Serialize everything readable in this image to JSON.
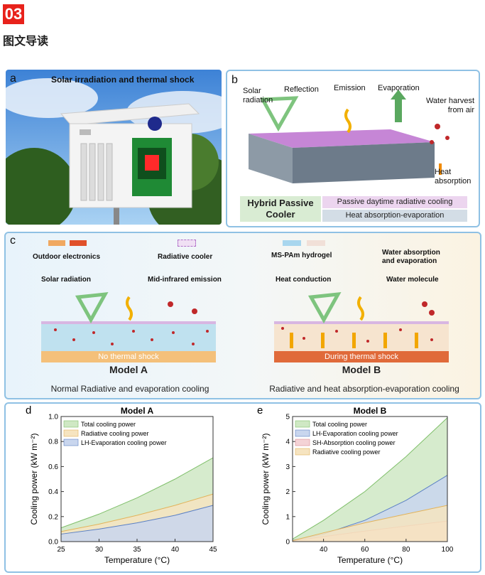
{
  "header": {
    "badge": "03",
    "title": "图文导读"
  },
  "panel_a": {
    "letter": "a",
    "title": "Solar irradiation and thermal shock"
  },
  "panel_b": {
    "letter": "b",
    "labels": {
      "solar": "Solar radiation",
      "reflection": "Reflection",
      "emission": "Emission",
      "evaporation": "Evaporation",
      "water_harvest": "Water harvest from air",
      "heat_absorption": "Heat absorption"
    },
    "hybrid": "Hybrid Passive Cooler",
    "bar1": "Passive daytime radiative cooling",
    "bar2": "Heat absorption-evaporation"
  },
  "panel_c": {
    "letter": "c",
    "legend": {
      "outdoor": "Outdoor electronics",
      "radiative_cooler": "Radiative cooler",
      "solar": "Solar radiation",
      "mid_ir": "Mid-infrared emission",
      "hydrogel": "MS-PAm hydrogel",
      "water_abs": "Water absorption and evaporation",
      "heat_cond": "Heat conduction",
      "water_mol": "Water molecule"
    },
    "model_a": {
      "base": "No thermal shock",
      "title": "Model A",
      "caption": "Normal Radiative and evaporation cooling"
    },
    "model_b": {
      "base": "During thermal shock",
      "title": "Model B",
      "caption": "Radiative and heat absorption-evaporation cooling"
    }
  },
  "colors": {
    "total": "#cfe8c4",
    "lh": "#c9d6ee",
    "sh": "#f4d3d6",
    "radiative": "#f6e4c0",
    "badge": "#e8221b"
  },
  "chart_data": [
    {
      "letter": "d",
      "type": "area",
      "title": "Model A",
      "xlabel": "Temperature (°C)",
      "ylabel": "Cooling power (kW m⁻²)",
      "xlim": [
        25,
        45
      ],
      "ylim": [
        0,
        1.0
      ],
      "xticks": [
        "25",
        "30",
        "35",
        "40",
        "45"
      ],
      "yticks": [
        "0.0",
        "0.2",
        "0.4",
        "0.6",
        "0.8",
        "1.0"
      ],
      "x": [
        25,
        30,
        35,
        40,
        45
      ],
      "series": [
        {
          "name": "Total cooling power",
          "values": [
            0.11,
            0.22,
            0.35,
            0.5,
            0.67
          ]
        },
        {
          "name": "Radiative cooling power",
          "values": [
            0.08,
            0.14,
            0.21,
            0.29,
            0.38
          ]
        },
        {
          "name": "LH-Evaporation cooling power",
          "values": [
            0.06,
            0.1,
            0.15,
            0.21,
            0.29
          ]
        }
      ]
    },
    {
      "letter": "e",
      "type": "area",
      "title": "Model B",
      "xlabel": "Temperature (°C)",
      "ylabel": "Cooling power (kW m⁻²)",
      "xlim": [
        25,
        100
      ],
      "ylim": [
        0,
        5
      ],
      "xticks": [
        "40",
        "60",
        "80",
        "100"
      ],
      "yticks": [
        "0",
        "1",
        "2",
        "3",
        "4",
        "5"
      ],
      "x": [
        25,
        40,
        60,
        80,
        100
      ],
      "series": [
        {
          "name": "Total cooling power",
          "values": [
            0.1,
            0.85,
            2.0,
            3.4,
            4.95
          ]
        },
        {
          "name": "LH-Evaporation cooling power",
          "values": [
            0.05,
            0.3,
            0.85,
            1.65,
            2.65
          ]
        },
        {
          "name": "SH-Absorption cooling power",
          "values": [
            0.03,
            0.2,
            0.42,
            0.62,
            0.82
          ]
        },
        {
          "name": "Radiative cooling power",
          "values": [
            0.04,
            0.35,
            0.75,
            1.1,
            1.45
          ]
        }
      ]
    }
  ]
}
